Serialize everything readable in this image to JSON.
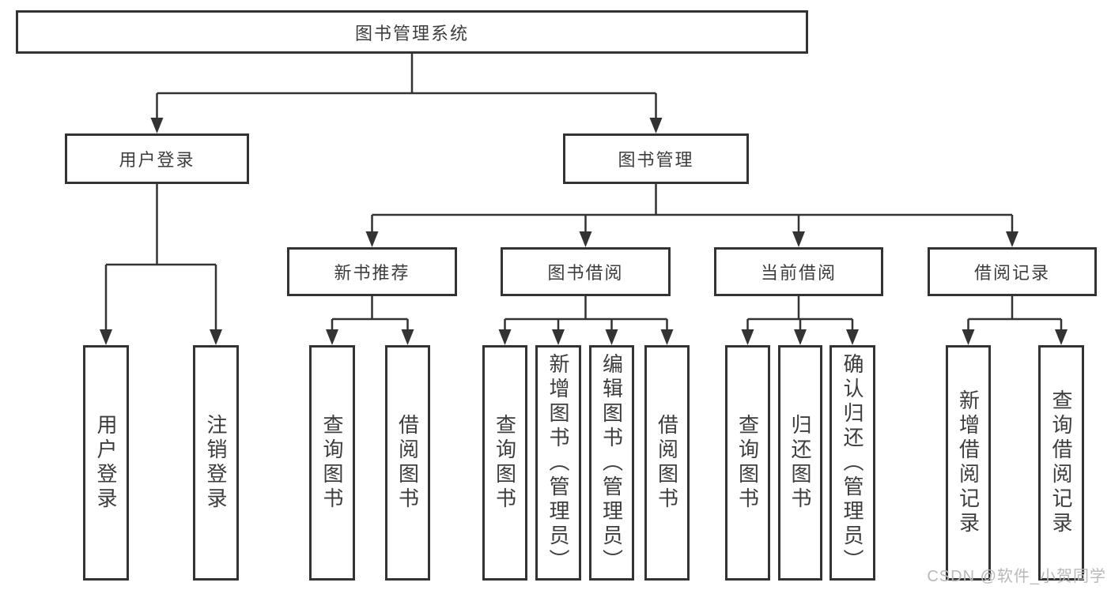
{
  "tree": {
    "label": "图书管理系统",
    "children": [
      {
        "label": "用户登录",
        "children": [
          {
            "label": "用户登录"
          },
          {
            "label": "注销登录"
          }
        ]
      },
      {
        "label": "图书管理",
        "children": [
          {
            "label": "新书推荐",
            "children": [
              {
                "label": "查询图书"
              },
              {
                "label": "借阅图书"
              }
            ]
          },
          {
            "label": "图书借阅",
            "children": [
              {
                "label": "查询图书"
              },
              {
                "label": "新增图书（管理员）"
              },
              {
                "label": "编辑图书（管理员）"
              },
              {
                "label": "借阅图书"
              }
            ]
          },
          {
            "label": "当前借阅",
            "children": [
              {
                "label": "查询图书"
              },
              {
                "label": "归还图书"
              },
              {
                "label": "确认归还（管理员）"
              }
            ]
          },
          {
            "label": "借阅记录",
            "children": [
              {
                "label": "新增借阅记录"
              },
              {
                "label": "查询借阅记录"
              }
            ]
          }
        ]
      }
    ]
  },
  "watermark": "CSDN @软件_小贺同学",
  "colors": {
    "line": "#333333",
    "box_border": "#333333",
    "text": "#3d3d3d",
    "watermark": "#b9b9b9",
    "background": "#ffffff"
  }
}
